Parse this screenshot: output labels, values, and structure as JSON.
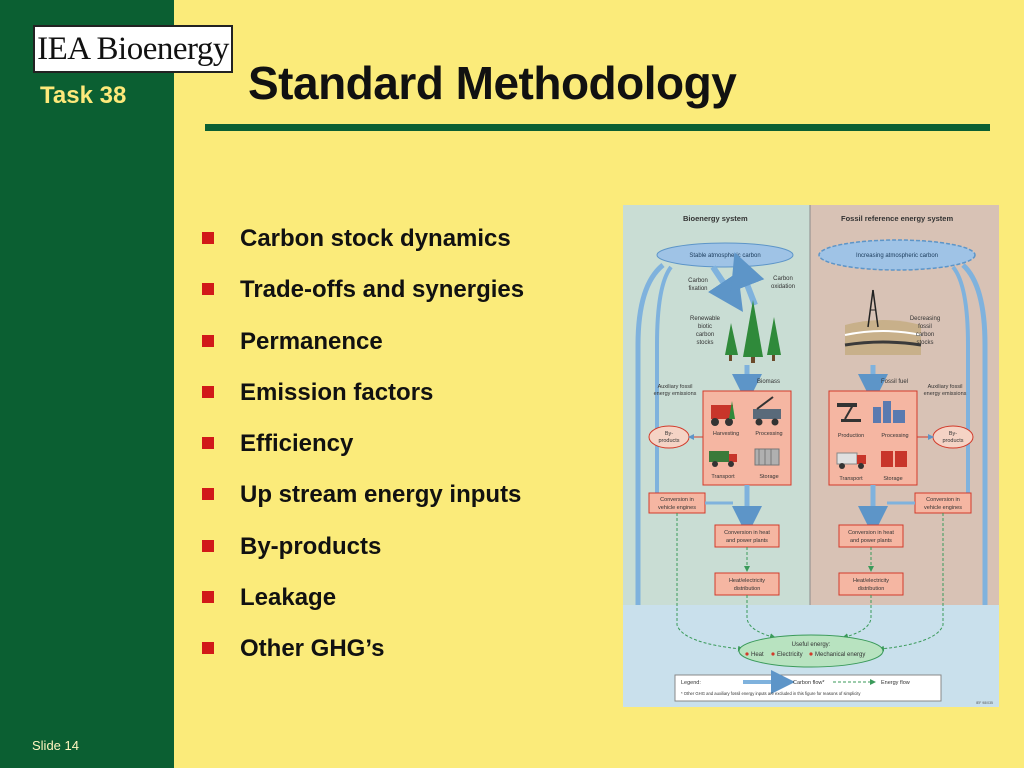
{
  "slide": {
    "logo_text": "IEA Bioenergy",
    "task": "Task 38",
    "title": "Standard Methodology",
    "slide_number": "Slide 14"
  },
  "bullets": [
    "Carbon stock dynamics",
    "Trade-offs and synergies",
    "Permanence",
    "Emission factors",
    "Efficiency",
    "Up stream energy inputs",
    "By-products",
    "Leakage",
    "Other GHG’s"
  ],
  "diagram": {
    "left_panel": {
      "title": "Bioenergy system",
      "atmosphere": "Stable atmospheric carbon",
      "carbon_fixation": [
        "Carbon",
        "fixation"
      ],
      "carbon_oxidation": [
        "Carbon",
        "oxidation"
      ],
      "stocks": [
        "Renewable",
        "biotic",
        "carbon",
        "stocks"
      ],
      "input_label": "Biomass",
      "auxiliary": [
        "Auxiliary fossil",
        "energy emissions"
      ],
      "harvesting": "Harvesting",
      "processing": "Processing",
      "transport": "Transport",
      "storage": "Storage",
      "by_products": [
        "By-",
        "products"
      ],
      "vehicle_engines": [
        "Conversion in",
        "vehicle engines"
      ],
      "heat_power": [
        "Conversion in heat",
        "and power plants"
      ],
      "distribution": [
        "Heat/electricity",
        "distribution"
      ]
    },
    "right_panel": {
      "title": "Fossil reference energy system",
      "atmosphere": "Increasing atmospheric carbon",
      "stocks": [
        "Decreasing",
        "fossil",
        "carbon",
        "stocks"
      ],
      "input_label": "Fossil fuel",
      "auxiliary": [
        "Auxiliary fossil",
        "energy emissions"
      ],
      "production": "Production",
      "processing": "Processing",
      "transport": "Transport",
      "storage": "Storage",
      "by_products": [
        "By-",
        "products"
      ],
      "vehicle_engines": [
        "Conversion in",
        "vehicle engines"
      ],
      "heat_power": [
        "Conversion in heat",
        "and power plants"
      ],
      "distribution": [
        "Heat/electricity",
        "distribution"
      ]
    },
    "useful_energy": {
      "title": "Useful energy:",
      "items": [
        "Heat",
        "Electricity",
        "Mechanical energy"
      ]
    },
    "legend": {
      "label": "Legend:",
      "carbon_flow": "Carbon flow*",
      "energy_flow": "Energy flow",
      "footnote": "* Other GHG and auxiliary fossil energy inputs are excluded in this figure for reasons of simplicity",
      "code": "IEF 98/035"
    },
    "colors": {
      "left_bg": "#c9ddd4",
      "right_bg": "#d8c2b5",
      "bottom_bg": "#c9e0ec",
      "box_fill": "#f5b6a2",
      "box_stroke": "#d23a2a",
      "arrow": "#7fb2dd",
      "energy_flow": "#3a9a5a"
    }
  }
}
